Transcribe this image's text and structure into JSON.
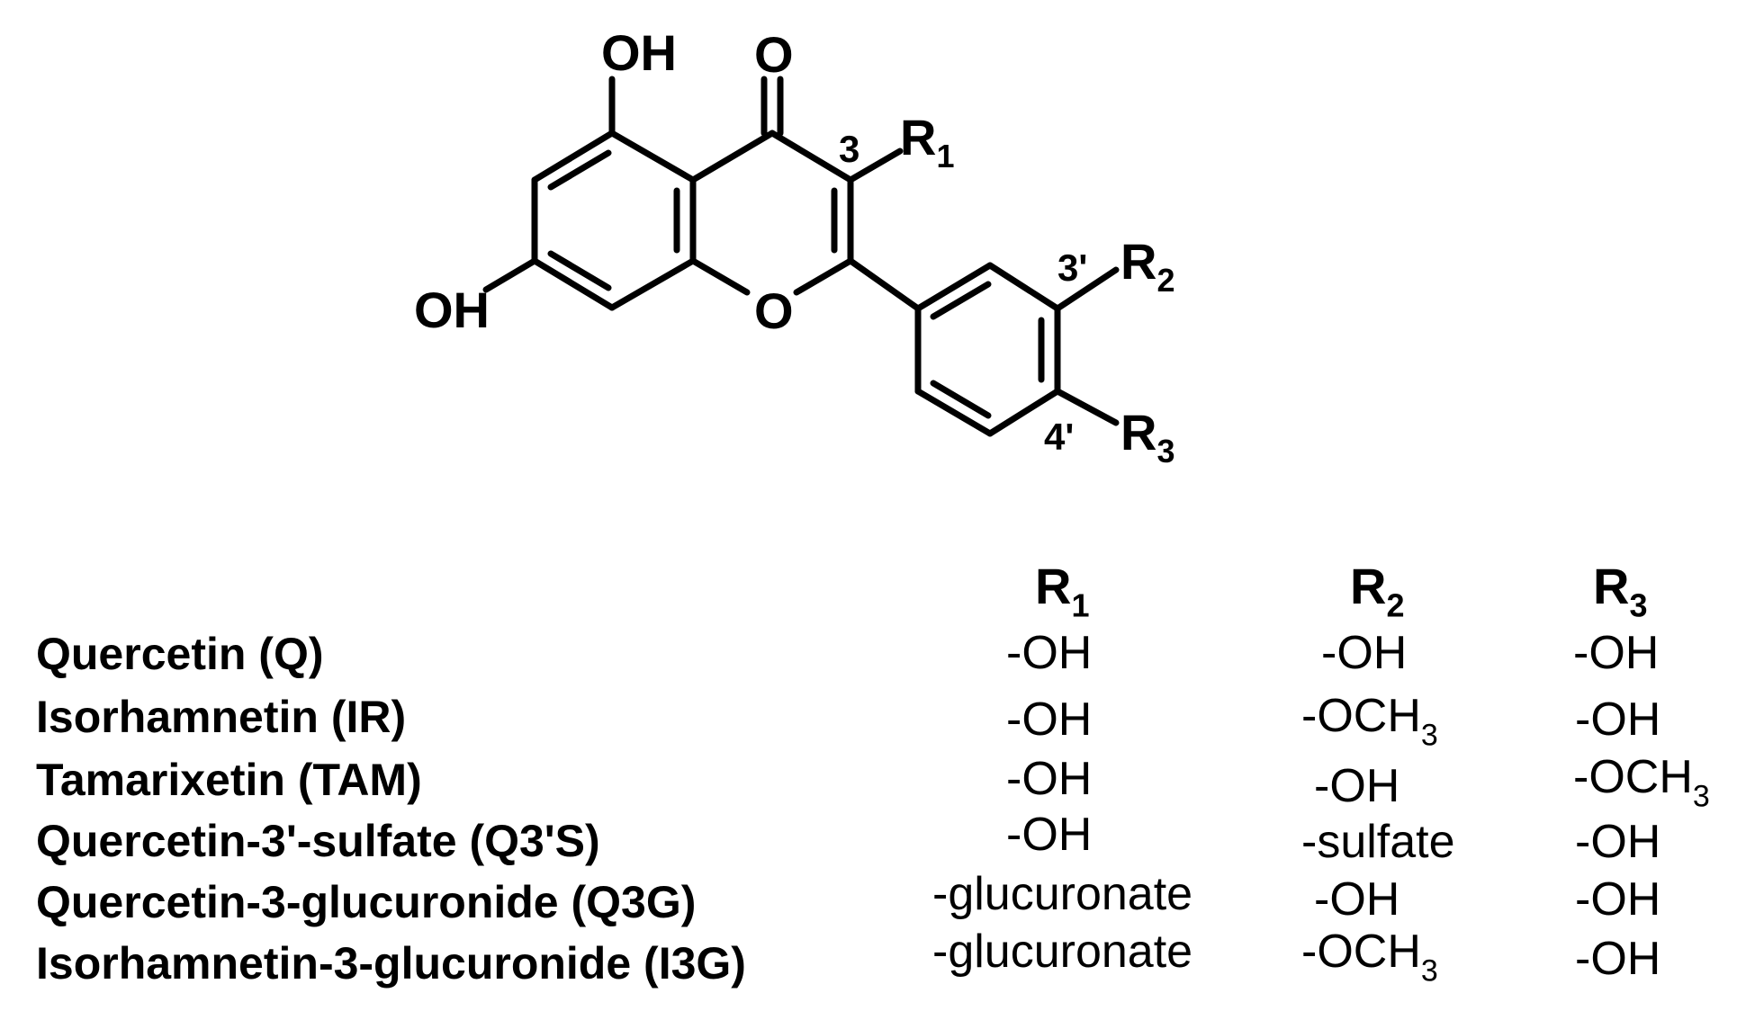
{
  "structure": {
    "atoms": {
      "oh5": "OH",
      "o4": "O",
      "oh7": "OH",
      "o1": "O",
      "r1": "R",
      "r1_sub": "1",
      "r2": "R",
      "r2_sub": "2",
      "r3": "R",
      "r3_sub": "3"
    },
    "locants": {
      "c3": "3",
      "c3p": "3'",
      "c4p": "4'"
    }
  },
  "table": {
    "columns": [
      {
        "label": "R",
        "sub": "1"
      },
      {
        "label": "R",
        "sub": "2"
      },
      {
        "label": "R",
        "sub": "3"
      }
    ],
    "rows": [
      {
        "name": "Quercetin (Q)",
        "r1": {
          "text": "-OH",
          "sub": ""
        },
        "r2": {
          "text": "-OH",
          "sub": ""
        },
        "r3": {
          "text": "-OH",
          "sub": ""
        }
      },
      {
        "name": "Isorhamnetin (IR)",
        "r1": {
          "text": "-OH",
          "sub": ""
        },
        "r2": {
          "text": "-OCH",
          "sub": "3"
        },
        "r3": {
          "text": "-OH",
          "sub": ""
        }
      },
      {
        "name": "Tamarixetin (TAM)",
        "r1": {
          "text": "-OH",
          "sub": ""
        },
        "r2": {
          "text": "-OH",
          "sub": ""
        },
        "r3": {
          "text": "-OCH",
          "sub": "3"
        }
      },
      {
        "name": "Quercetin-3'-sulfate (Q3'S)",
        "r1": {
          "text": "-OH",
          "sub": ""
        },
        "r2": {
          "text": "-sulfate",
          "sub": ""
        },
        "r3": {
          "text": "-OH",
          "sub": ""
        }
      },
      {
        "name": "Quercetin-3-glucuronide (Q3G)",
        "r1": {
          "text": "-glucuronate",
          "sub": ""
        },
        "r2": {
          "text": "-OH",
          "sub": ""
        },
        "r3": {
          "text": "-OH",
          "sub": ""
        }
      },
      {
        "name": "Isorhamnetin-3-glucuronide (I3G)",
        "r1": {
          "text": "-glucuronate",
          "sub": ""
        },
        "r2": {
          "text": "-OCH",
          "sub": "3"
        },
        "r3": {
          "text": "-OH",
          "sub": ""
        }
      }
    ]
  }
}
